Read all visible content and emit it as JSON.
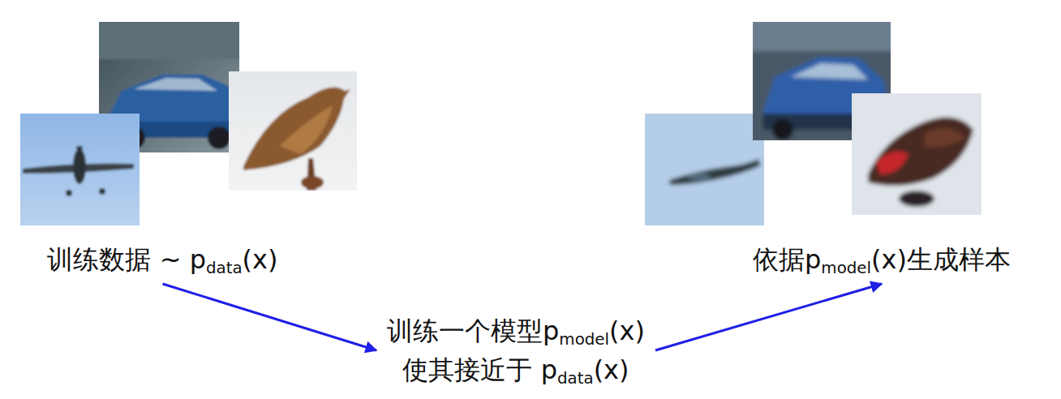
{
  "diagram": {
    "nodes": [
      {
        "text": [
          "训练数据 ~ pdata(x)"
        ]
      },
      {
        "text": [
          "训练一个模型pmodel(x) 使其接近于 pdata(x)"
        ]
      },
      {
        "text": [
          "依据pmodel(x)生成样本"
        ]
      }
    ],
    "edges": [
      {
        "from": 0,
        "to": 1,
        "arrow": "to"
      },
      {
        "from": 1,
        "to": 2,
        "arrow": "to"
      }
    ]
  }
}
